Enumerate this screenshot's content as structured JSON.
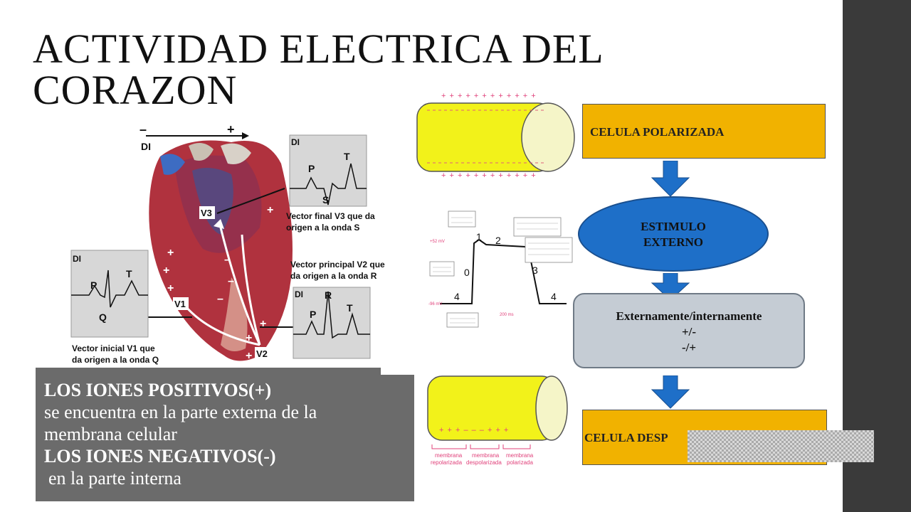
{
  "slide": {
    "title_line1": "ACTIVIDAD ELECTRICA DEL",
    "title_line2": "CORAZON"
  },
  "heart_diagram": {
    "axis_minus": "–",
    "axis_plus": "+",
    "axis_label": "DI",
    "ecg_lead": "DI",
    "vector_labels": [
      "V1",
      "V2",
      "V3"
    ],
    "wave_labels": [
      "P",
      "T",
      "S",
      "Q",
      "R"
    ],
    "caption_v3": [
      "Vector final V3 que da",
      "origen a la onda S"
    ],
    "caption_v2": [
      "Vector principal V2 que",
      "da origen a la onda R"
    ],
    "caption_v1": [
      "Vector inicial V1 que",
      "da origen a la onda Q"
    ]
  },
  "ions": {
    "positive_heading": "LOS  IONES POSITIVOS(+)",
    "positive_text_1": "se encuentra en la parte externa de la",
    "positive_text_2": "membrana celular",
    "negative_heading": "LOS IONES NEGATIVOS(-)",
    "negative_text": " en la parte interna"
  },
  "cell_top": {
    "top_signs": "+ + + + + + + + + + + +",
    "bottom_signs": "+ + + + + + + + + + + +"
  },
  "action_potential": {
    "phase_labels": [
      "0",
      "1",
      "2",
      "3",
      "4",
      "4"
    ],
    "top_mv": "+52 mV",
    "bottom_mv": "-96 mV",
    "time_label": "200 ms"
  },
  "cell_bottom": {
    "signs": "+ + +   – – –   + + +",
    "labels": [
      [
        "membrana",
        "repolarizada"
      ],
      [
        "membrana",
        "despolarizada"
      ],
      [
        "membrana",
        "polarizada"
      ]
    ]
  },
  "flow": {
    "box1": "CELULA POLARIZADA",
    "ellipse_line1": "ESTIMULO",
    "ellipse_line2": "EXTERNO",
    "gray_line1": "Externamente/internamente",
    "gray_line2": "+/-",
    "gray_line3": "-/+",
    "box2": "CELULA DESP"
  },
  "colors": {
    "orange": "#f1b200",
    "blue": "#1e6fc8",
    "yellow": "#f2f21a",
    "gray_panel": "#6b6b6b",
    "sidebar": "#3a3a3a"
  }
}
